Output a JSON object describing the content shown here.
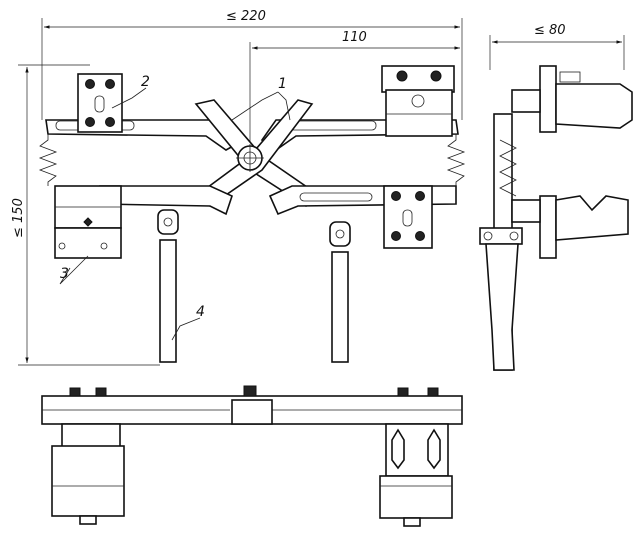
{
  "dimensions": {
    "overall_width": "≤ 220",
    "half_width": "110",
    "side_width": "≤ 80",
    "height": "≤ 150"
  },
  "labels": {
    "part_1": "1",
    "part_2": "2",
    "part_3": "3",
    "part_4": "4"
  }
}
